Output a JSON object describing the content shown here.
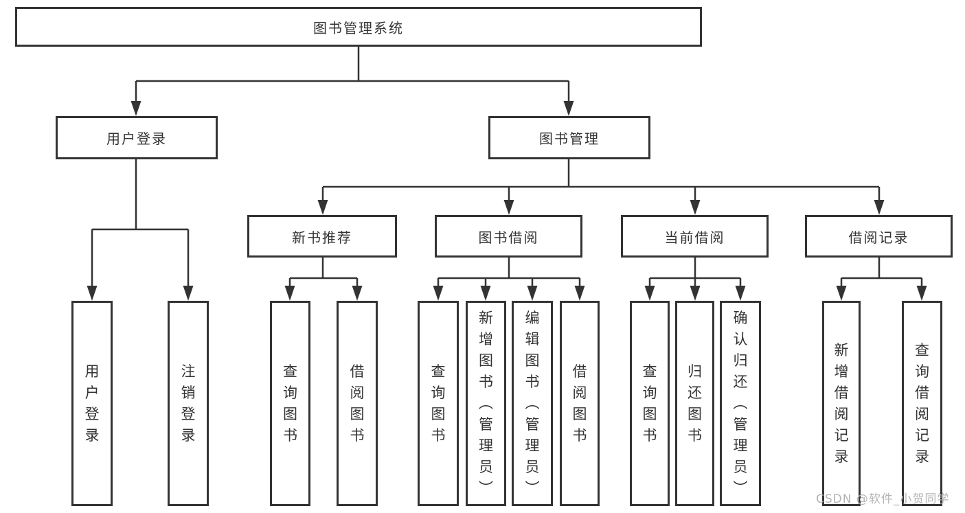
{
  "title": "图书管理系统",
  "tree": {
    "root": {
      "label": "图书管理系统"
    },
    "branches": [
      {
        "label": "用户登录",
        "children": [
          {
            "label": "用户登录"
          },
          {
            "label": "注销登录"
          }
        ]
      },
      {
        "label": "图书管理",
        "children": [
          {
            "label": "新书推荐",
            "children": [
              {
                "label": "查询图书"
              },
              {
                "label": "借阅图书"
              }
            ]
          },
          {
            "label": "图书借阅",
            "children": [
              {
                "label": "查询图书"
              },
              {
                "label": "新增图书（管理员）"
              },
              {
                "label": "编辑图书（管理员）"
              },
              {
                "label": "借阅图书"
              }
            ]
          },
          {
            "label": "当前借阅",
            "children": [
              {
                "label": "查询图书"
              },
              {
                "label": "归还图书"
              },
              {
                "label": "确认归还（管理员）"
              }
            ]
          },
          {
            "label": "借阅记录",
            "children": [
              {
                "label": "新增借阅记录"
              },
              {
                "label": "查询借阅记录"
              }
            ]
          }
        ]
      }
    ]
  },
  "watermark": {
    "text": "CSDN @软件_小贺同学"
  },
  "colors": {
    "line": "#333333",
    "text": "#333333",
    "background": "#ffffff",
    "watermark": "#b4b4b4"
  }
}
